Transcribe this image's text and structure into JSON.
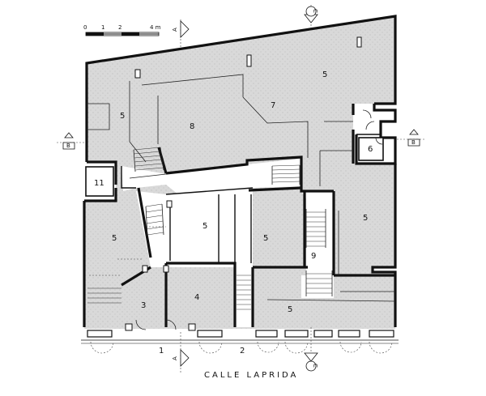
{
  "scale": {
    "ticks": [
      "0",
      "1",
      "2",
      "4 m"
    ]
  },
  "section_markers": {
    "a_top": "A",
    "a_bottom": "A",
    "b_left": "B",
    "b_right": "B",
    "c_top": "C",
    "c_bottom": "C"
  },
  "rooms": {
    "r5_top_right": "5",
    "r7": "7",
    "r5_top_left": "5",
    "r8": "8",
    "r6": "6",
    "r11": "11",
    "r5_left": "5",
    "r5_center": "5",
    "r5_center_right": "5",
    "r9": "9",
    "r5_right": "5",
    "r3": "3",
    "r4": "4",
    "r5_bottom_right": "5",
    "r1": "1",
    "r2": "2"
  },
  "street_name": "CALLE LAPRIDA",
  "colors": {
    "fill": "#d9d9d9",
    "wall": "#111111",
    "paper": "#ffffff"
  }
}
